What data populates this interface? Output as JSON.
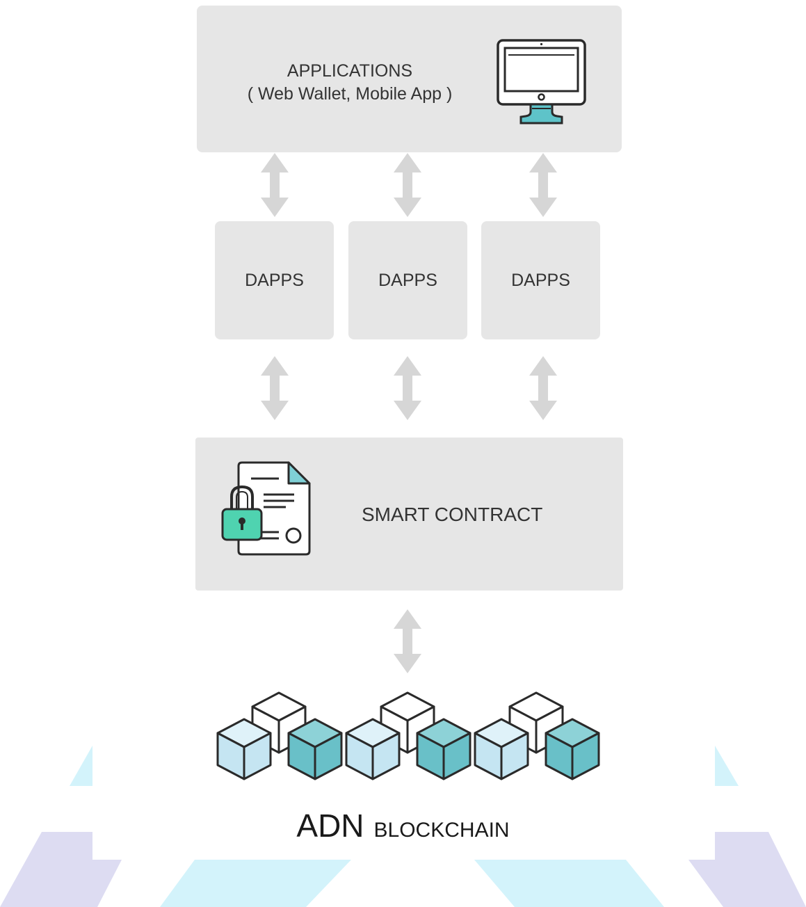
{
  "colors": {
    "panel": "#e6e6e6",
    "arrow": "#d6d6d6",
    "accent_teal": "#5ec3c9",
    "accent_green": "#4fd3b0",
    "cube_light": "#c5e5f2",
    "cube_dark": "#69c0c8",
    "bg_lavender": "#dddcf2",
    "bg_cyan": "#d3f3fb"
  },
  "applications": {
    "title": "APPLICATIONS",
    "subtitle": "( Web Wallet, Mobile App )",
    "icon": "monitor-icon"
  },
  "dapps": [
    {
      "label": "DAPPS"
    },
    {
      "label": "DAPPS"
    },
    {
      "label": "DAPPS"
    }
  ],
  "smart_contract": {
    "label": "SMART CONTRACT",
    "icon": "locked-contract-icon"
  },
  "blockchain": {
    "name": "ADN",
    "label": "BLOCKCHAIN",
    "icon": "blockchain-cubes-icon"
  }
}
